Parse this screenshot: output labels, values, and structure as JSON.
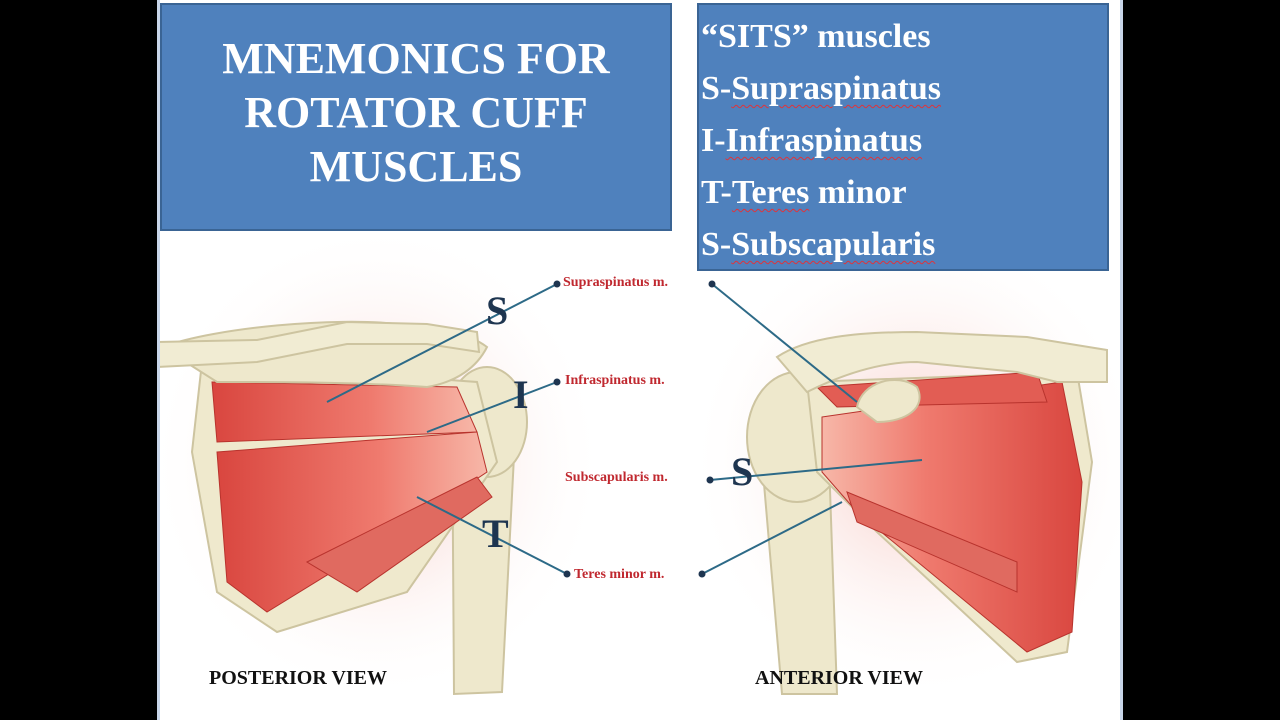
{
  "title": {
    "lines": [
      "MNEMONICS FOR",
      "ROTATOR CUFF",
      "MUSCLES"
    ]
  },
  "sits": {
    "heading": "“SITS” muscles",
    "items": [
      {
        "prefix": "S-",
        "name": "Supraspinatus"
      },
      {
        "prefix": "I-",
        "name": "Infraspinatus"
      },
      {
        "prefix": "T-",
        "name": "Teres",
        "suffix": " minor"
      },
      {
        "prefix": "S-",
        "name": "Subscapularis"
      }
    ]
  },
  "diagram": {
    "labels": {
      "supraspinatus": "Supraspinatus m.",
      "infraspinatus": "Infraspinatus m.",
      "subscapularis": "Subscapularis m.",
      "teres_minor": "Teres minor m."
    },
    "letters": {
      "s_posterior": "S",
      "i": "I",
      "t": "T",
      "s_anterior": "S"
    },
    "views": {
      "posterior": "POSTERIOR VIEW",
      "anterior": "ANTERIOR VIEW"
    }
  },
  "colors": {
    "box_blue": "#4f81bd",
    "label_red": "#c0282f",
    "muscle_red": "#e0564f",
    "bone": "#eee8cc"
  }
}
